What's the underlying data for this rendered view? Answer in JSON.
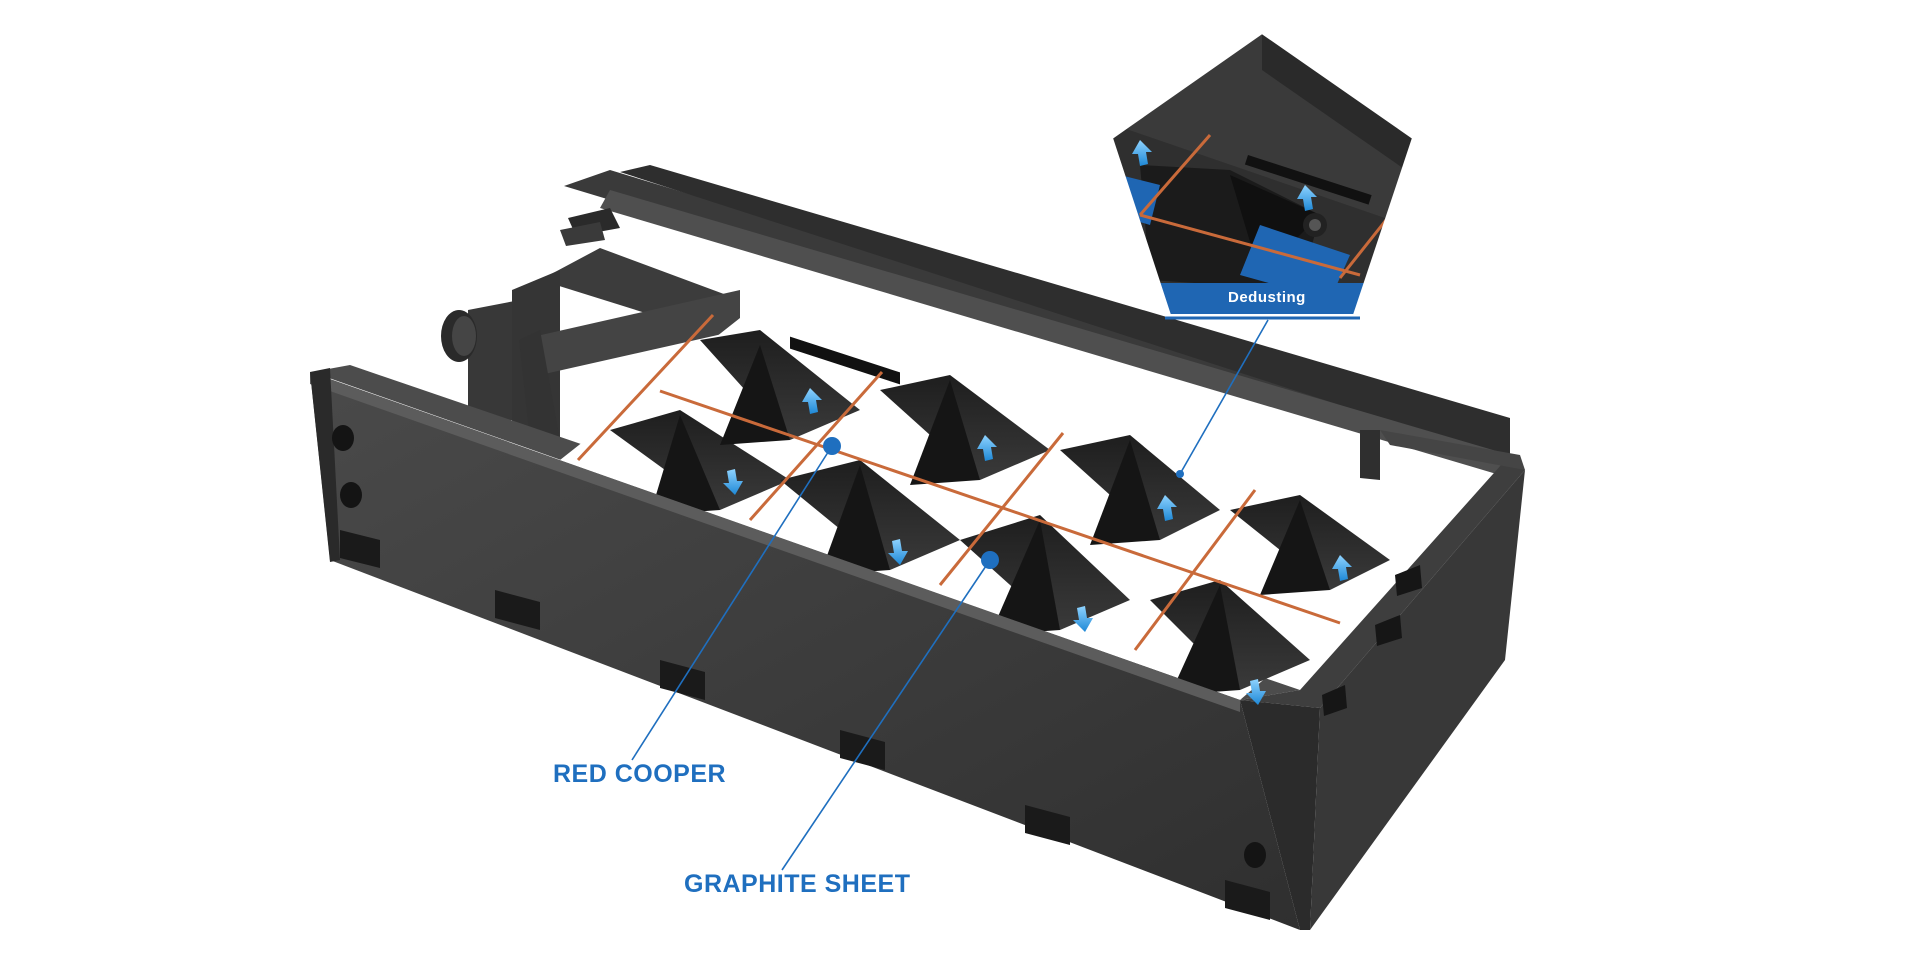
{
  "callouts": {
    "red_copper": "RED COOPER",
    "graphite_sheet": "GRAPHITE SHEET",
    "dedusting": "Dedusting"
  },
  "colors": {
    "accent_blue": "#1f6fbf",
    "copper": "#c96a3a",
    "frame_dark": "#333333",
    "frame_mid": "#454545",
    "frame_light": "#5a5a5a",
    "arrow_blue": "#2ea7e8",
    "inset_band": "#1f66b3"
  },
  "icons": {
    "airflow": "blue-arrow-icon",
    "marker": "blue-dot-marker"
  }
}
